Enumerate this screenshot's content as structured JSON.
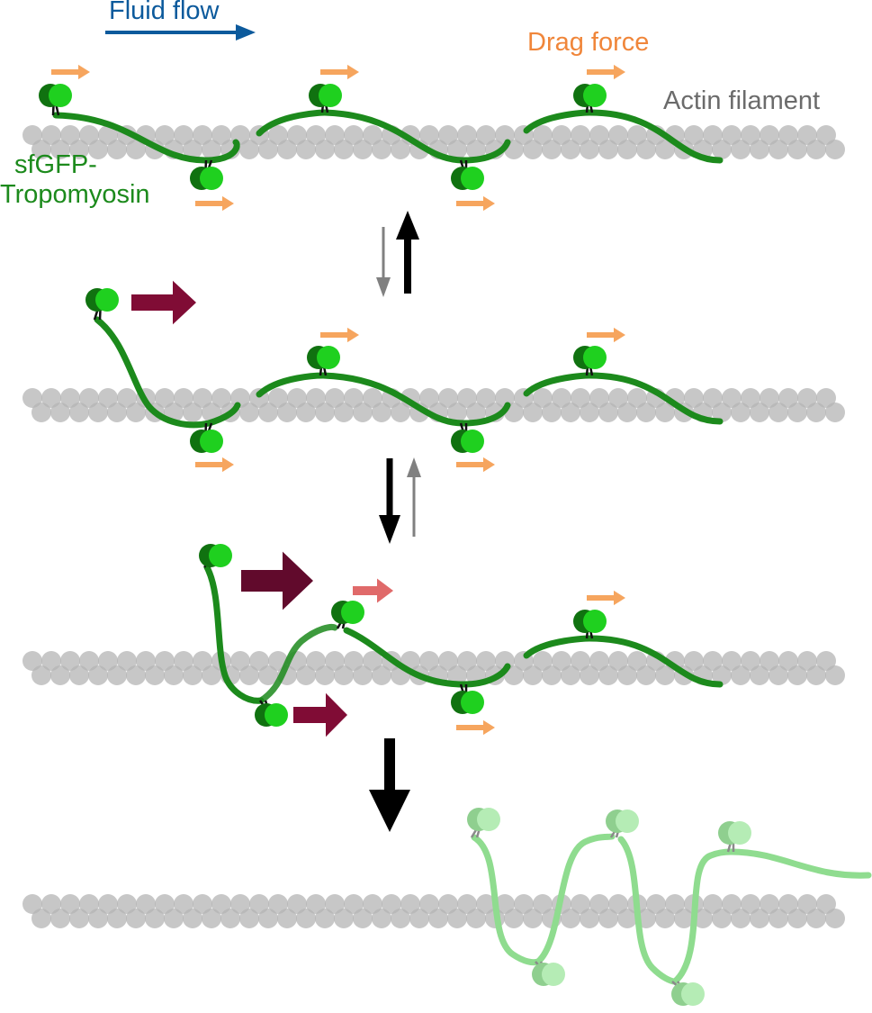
{
  "labels": {
    "fluid_flow": "Fluid flow",
    "drag_force": "Drag force",
    "actin_filament": "Actin filament",
    "tropomyosin_line1": "sfGFP-",
    "tropomyosin_line2": "Tropomyosin"
  },
  "colors": {
    "fluid_flow": "#0c5a9c",
    "drag_force": "#f0863a",
    "drag_arrow": "#f6a55e",
    "actin": "#c0c0c0",
    "actin_overlap": "#a9a9a9",
    "tropomyosin": "#1c8a1c",
    "gfp_dark": "#107210",
    "gfp_light": "#1fd01f",
    "detached_strong": "#800c35",
    "detached_stronger": "#610a2c",
    "detaching_arrow": "#e06a6a",
    "released": "#8fdc8f",
    "transition_major": "#000000",
    "transition_minor": "#808080",
    "label_text": "#6b6b6b"
  },
  "states": [
    {
      "id": "fully-bound",
      "description_shown": false
    },
    {
      "id": "one-end-detached",
      "description_shown": false
    },
    {
      "id": "partially-detached",
      "description_shown": false
    },
    {
      "id": "released",
      "description_shown": false
    }
  ],
  "transitions": [
    {
      "from": "fully-bound",
      "to": "one-end-detached",
      "forward_weight": "minor",
      "reverse_weight": "major"
    },
    {
      "from": "one-end-detached",
      "to": "partially-detached",
      "forward_weight": "major",
      "reverse_weight": "minor"
    },
    {
      "from": "partially-detached",
      "to": "released",
      "forward_weight": "major"
    }
  ]
}
